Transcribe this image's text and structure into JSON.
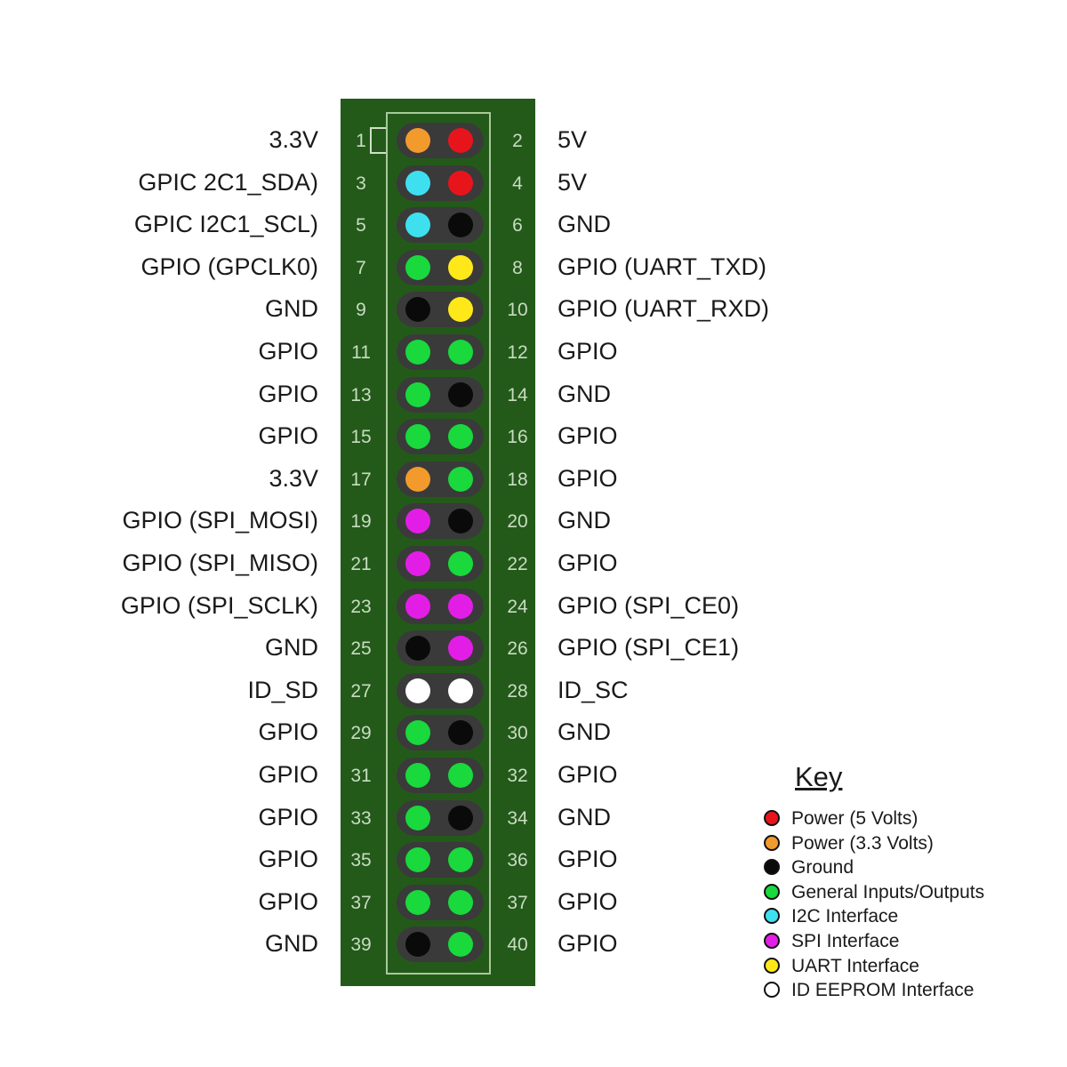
{
  "colors": {
    "power_5v": "#e8141c",
    "power_3v3": "#f39a2c",
    "ground": "#0a0a0a",
    "gpio": "#19d93c",
    "i2c": "#3ee0f0",
    "spi": "#e21ee6",
    "uart": "#ffe81a",
    "id_eeprom": "#ffffff",
    "board": "#235a1a"
  },
  "pins": [
    {
      "odd": {
        "num": "1",
        "label": "3.3V",
        "type": "power_3v3"
      },
      "even": {
        "num": "2",
        "label": "5V",
        "type": "power_5v"
      }
    },
    {
      "odd": {
        "num": "3",
        "label": "GPIC 2C1_SDA)",
        "type": "i2c"
      },
      "even": {
        "num": "4",
        "label": "5V",
        "type": "power_5v"
      }
    },
    {
      "odd": {
        "num": "5",
        "label": "GPIC I2C1_SCL)",
        "type": "i2c"
      },
      "even": {
        "num": "6",
        "label": "GND",
        "type": "ground"
      }
    },
    {
      "odd": {
        "num": "7",
        "label": "GPIO (GPCLK0)",
        "type": "gpio"
      },
      "even": {
        "num": "8",
        "label": "GPIO (UART_TXD)",
        "type": "uart"
      }
    },
    {
      "odd": {
        "num": "9",
        "label": "GND",
        "type": "ground"
      },
      "even": {
        "num": "10",
        "label": "GPIO (UART_RXD)",
        "type": "uart"
      }
    },
    {
      "odd": {
        "num": "11",
        "label": "GPIO",
        "type": "gpio"
      },
      "even": {
        "num": "12",
        "label": "GPIO",
        "type": "gpio"
      }
    },
    {
      "odd": {
        "num": "13",
        "label": "GPIO",
        "type": "gpio"
      },
      "even": {
        "num": "14",
        "label": "GND",
        "type": "ground"
      }
    },
    {
      "odd": {
        "num": "15",
        "label": "GPIO",
        "type": "gpio"
      },
      "even": {
        "num": "16",
        "label": "GPIO",
        "type": "gpio"
      }
    },
    {
      "odd": {
        "num": "17",
        "label": "3.3V",
        "type": "power_3v3"
      },
      "even": {
        "num": "18",
        "label": "GPIO",
        "type": "gpio"
      }
    },
    {
      "odd": {
        "num": "19",
        "label": "GPIO  (SPI_MOSI)",
        "type": "spi"
      },
      "even": {
        "num": "20",
        "label": "GND",
        "type": "ground"
      }
    },
    {
      "odd": {
        "num": "21",
        "label": "GPIO  (SPI_MISO)",
        "type": "spi"
      },
      "even": {
        "num": "22",
        "label": "GPIO",
        "type": "gpio"
      }
    },
    {
      "odd": {
        "num": "23",
        "label": "GPIO (SPI_SCLK)",
        "type": "spi"
      },
      "even": {
        "num": "24",
        "label": "GPIO (SPI_CE0)",
        "type": "spi"
      }
    },
    {
      "odd": {
        "num": "25",
        "label": "GND",
        "type": "ground"
      },
      "even": {
        "num": "26",
        "label": "GPIO (SPI_CE1)",
        "type": "spi"
      }
    },
    {
      "odd": {
        "num": "27",
        "label": "ID_SD",
        "type": "id_eeprom"
      },
      "even": {
        "num": "28",
        "label": "ID_SC",
        "type": "id_eeprom"
      }
    },
    {
      "odd": {
        "num": "29",
        "label": "GPIO",
        "type": "gpio"
      },
      "even": {
        "num": "30",
        "label": "GND",
        "type": "ground"
      }
    },
    {
      "odd": {
        "num": "31",
        "label": "GPIO",
        "type": "gpio"
      },
      "even": {
        "num": "32",
        "label": "GPIO",
        "type": "gpio"
      }
    },
    {
      "odd": {
        "num": "33",
        "label": "GPIO",
        "type": "gpio"
      },
      "even": {
        "num": "34",
        "label": "GND",
        "type": "ground"
      }
    },
    {
      "odd": {
        "num": "35",
        "label": "GPIO",
        "type": "gpio"
      },
      "even": {
        "num": "36",
        "label": "GPIO",
        "type": "gpio"
      }
    },
    {
      "odd": {
        "num": "37",
        "label": "GPIO",
        "type": "gpio"
      },
      "even": {
        "num": "37",
        "label": "GPIO",
        "type": "gpio"
      }
    },
    {
      "odd": {
        "num": "39",
        "label": "GND",
        "type": "ground"
      },
      "even": {
        "num": "40",
        "label": "GPIO",
        "type": "gpio"
      }
    }
  ],
  "key": {
    "title": "Key",
    "items": [
      {
        "type": "power_5v",
        "label": "Power (5 Volts)"
      },
      {
        "type": "power_3v3",
        "label": "Power (3.3 Volts)"
      },
      {
        "type": "ground",
        "label": "Ground"
      },
      {
        "type": "gpio",
        "label": "General Inputs/Outputs"
      },
      {
        "type": "i2c",
        "label": "I2C Interface"
      },
      {
        "type": "spi",
        "label": "SPI Interface"
      },
      {
        "type": "uart",
        "label": "UART Interface"
      },
      {
        "type": "id_eeprom",
        "label": "ID EEPROM Interface"
      }
    ]
  }
}
